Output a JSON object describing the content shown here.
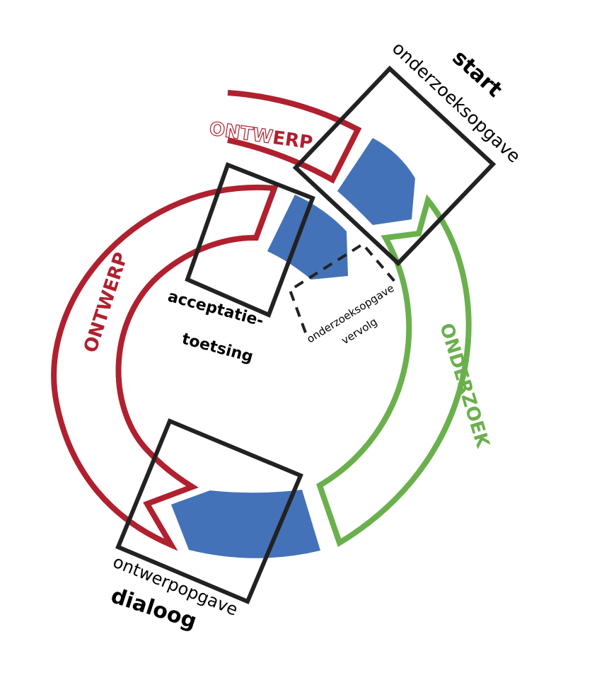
{
  "colors": {
    "red": "#b0202e",
    "green": "#6ab04c",
    "blue": "#4472b8",
    "black": "#222222"
  },
  "labels": {
    "start": "start",
    "start_sub": "onderzoeksopgave",
    "ontwerp_top_outline": "ONTW",
    "ontwerp_top_fill": "ERP",
    "ontwerp_left": "ONTWERP",
    "acceptatie_1": "acceptatie-",
    "acceptatie_2": "toetsing",
    "vervolg_1": "onderzoeksopgave",
    "vervolg_2": "vervolg",
    "onderzoek": "ONDERZOEK",
    "dialoog_sub": "ontwerpopgave",
    "dialoog": "dialoog"
  }
}
